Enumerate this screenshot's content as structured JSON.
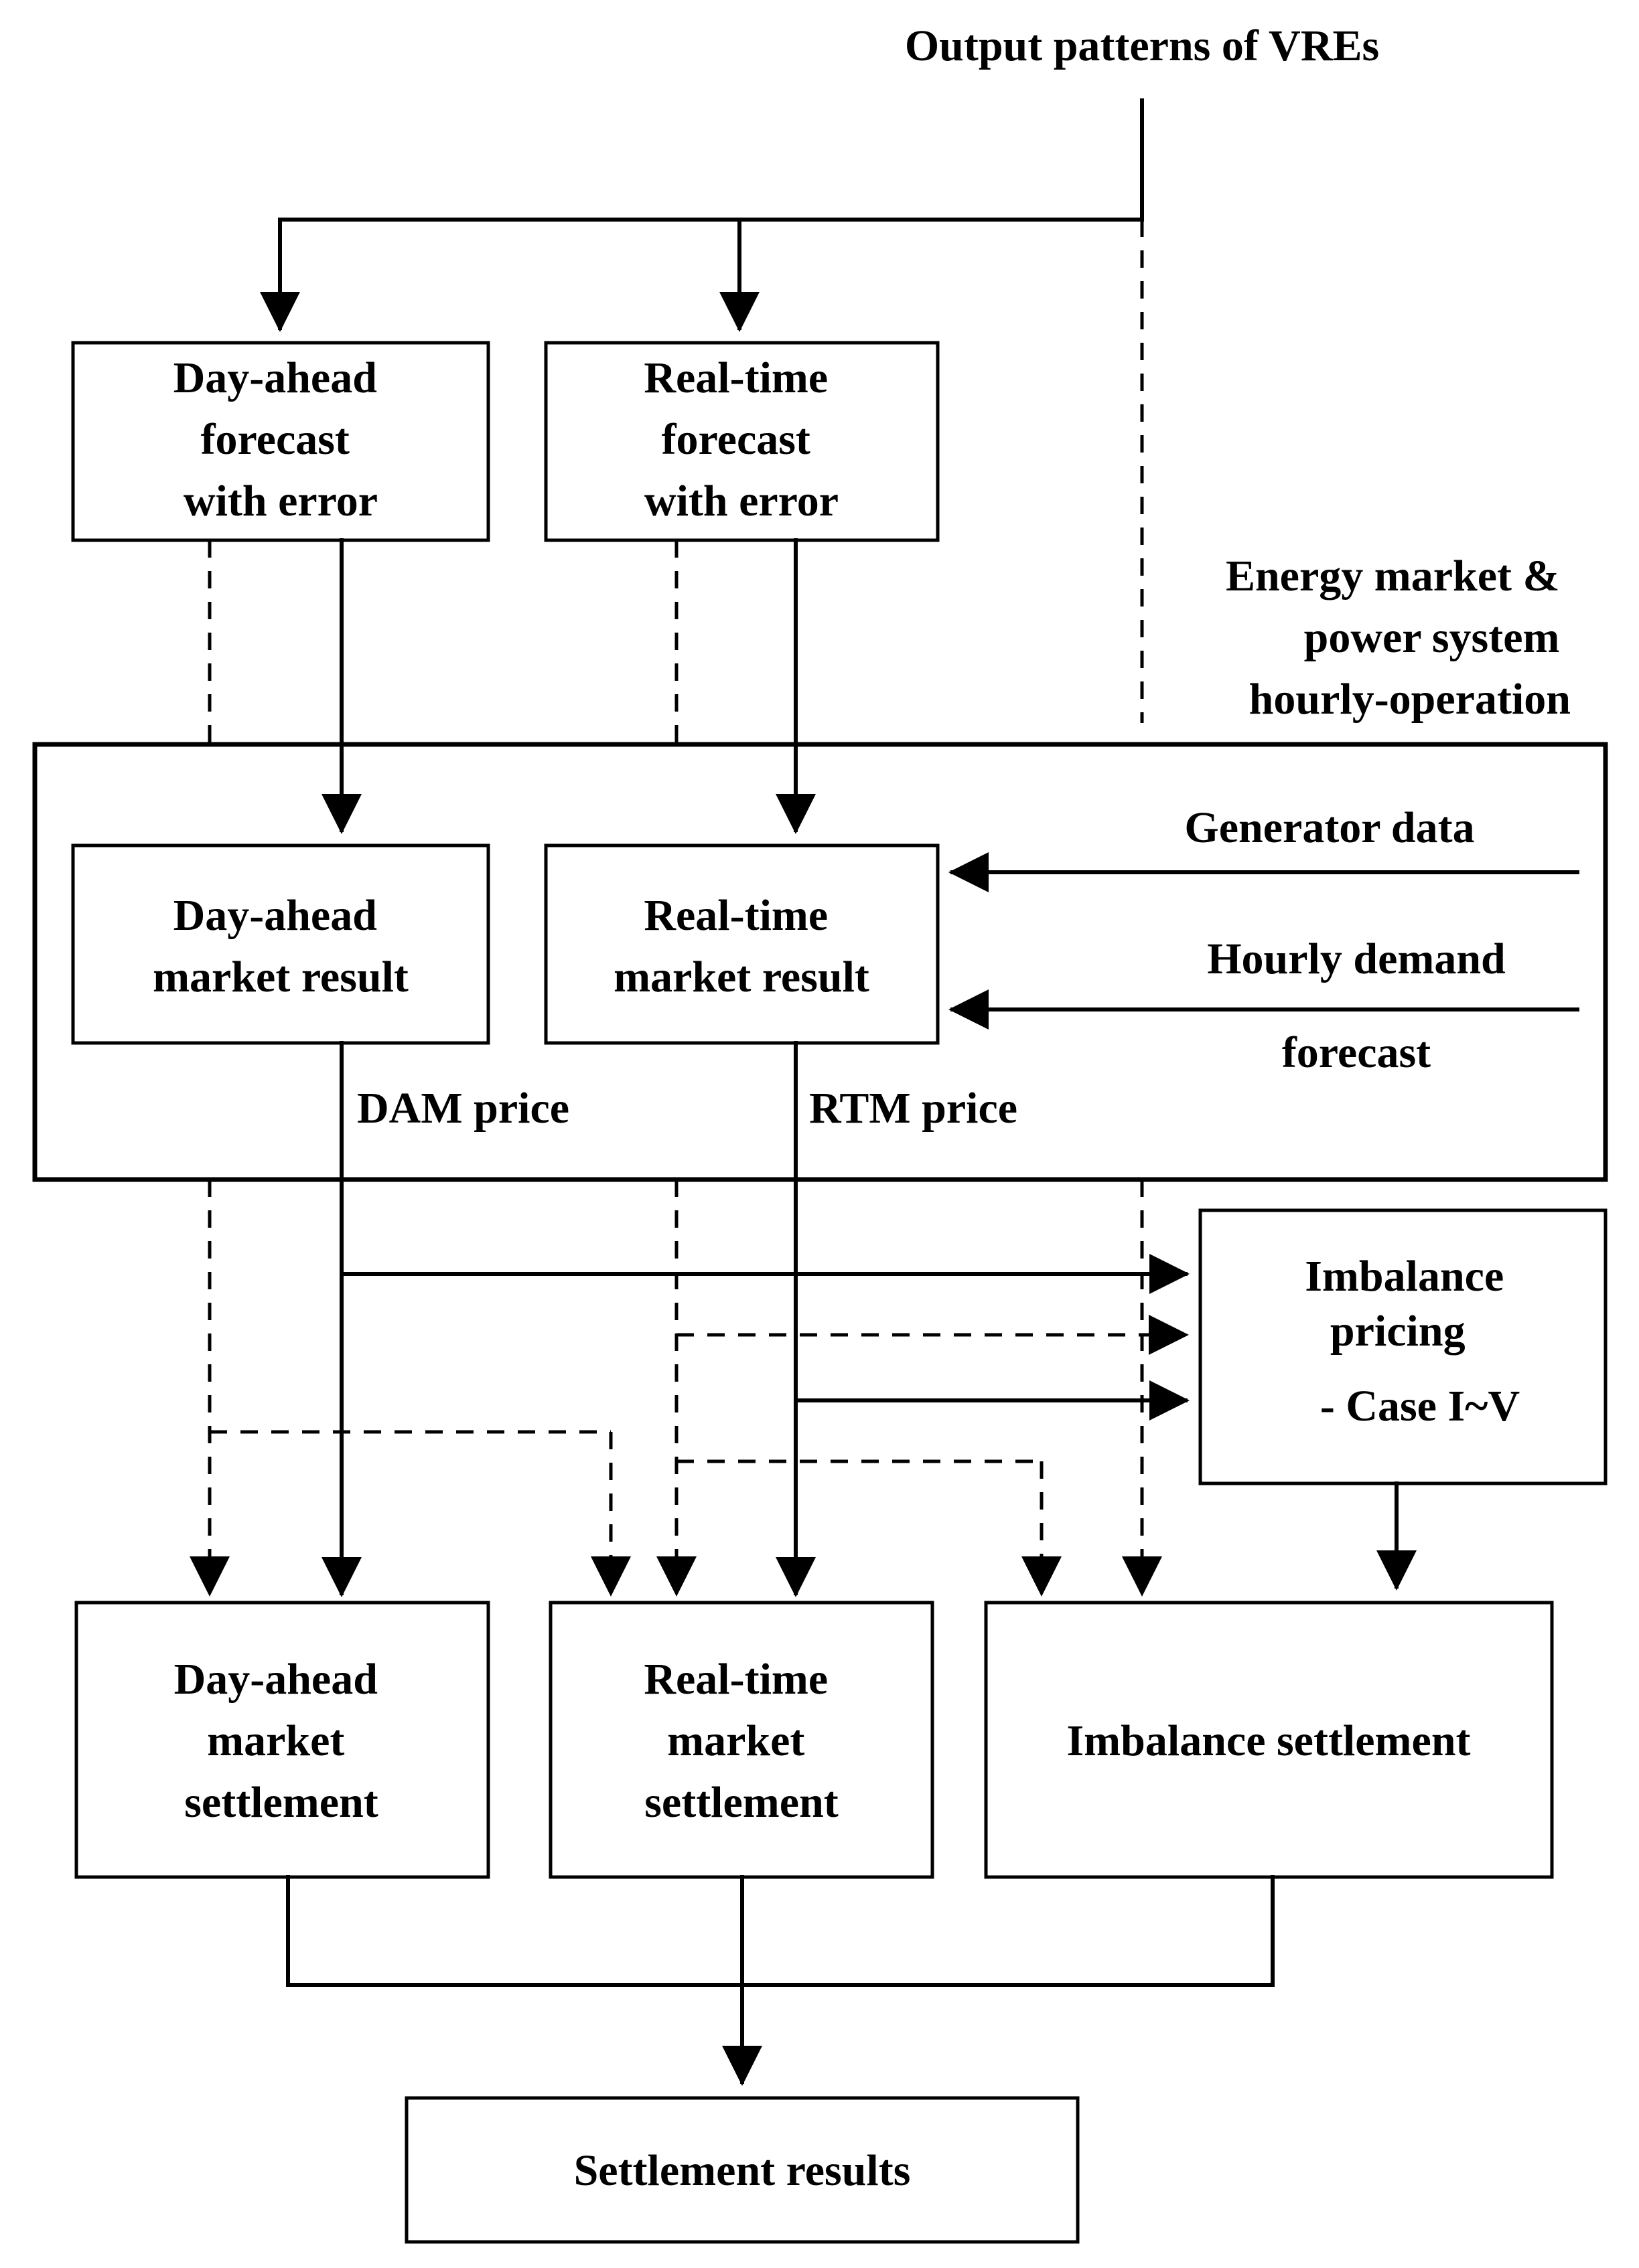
{
  "title": "Output patterns of VREs",
  "boxes": {
    "da_forecast": [
      "Day-ahead",
      "forecast",
      "with error"
    ],
    "rt_forecast": [
      "Real-time",
      "forecast",
      "with error"
    ],
    "da_market": [
      "Day-ahead",
      "market result"
    ],
    "rt_market": [
      "Real-time",
      "market result"
    ],
    "imbalance_pricing": [
      "Imbalance",
      "pricing",
      "- Case I~V"
    ],
    "da_settlement": [
      "Day-ahead",
      "market",
      "settlement"
    ],
    "rt_settlement": [
      "Real-time",
      "market",
      "settlement"
    ],
    "imbalance_settlement": [
      "Imbalance settlement"
    ],
    "settlement_results": [
      "Settlement results"
    ]
  },
  "group_label": [
    "Energy market &",
    "power system",
    "hourly-operation"
  ],
  "inputs": {
    "generator_data": "Generator data",
    "hourly_demand": "Hourly demand",
    "forecast": "forecast"
  },
  "edge_labels": {
    "dam_price": "DAM price",
    "rtm_price": "RTM price"
  }
}
